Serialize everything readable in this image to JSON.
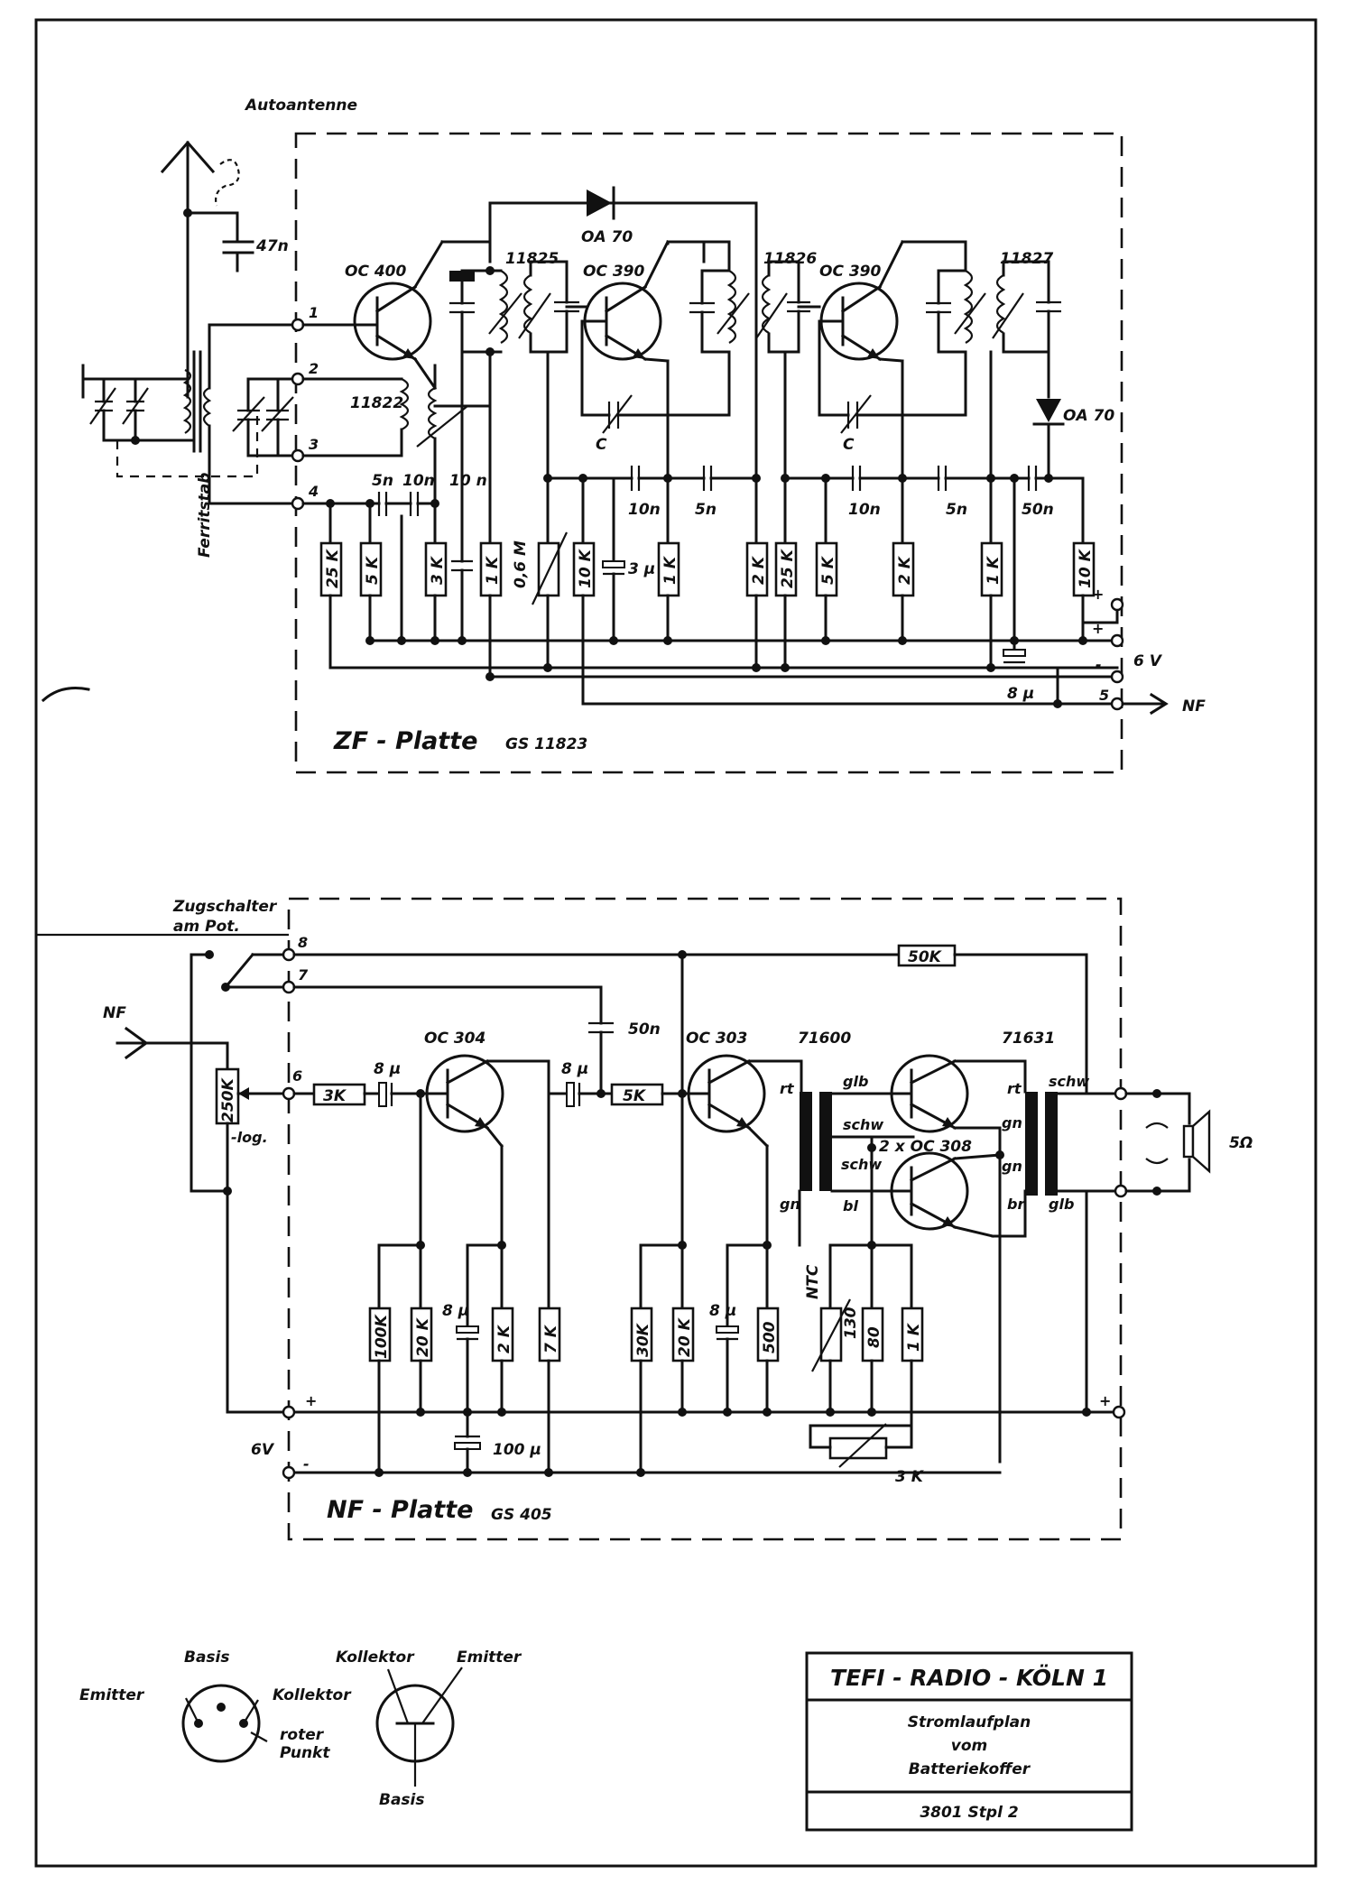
{
  "zf": {
    "car_antenna": "Autoantenne",
    "ferrite": "Ferritstab",
    "board_title": "ZF - Platte",
    "board_code": "GS 11823",
    "t1": "OC 400",
    "t2": "OC 390",
    "t3": "OC 390",
    "coil_osc": "11822",
    "if1": "11825",
    "if2": "11826",
    "if3": "11827",
    "diode1": "OA 70",
    "diode2": "OA 70",
    "cn1": "C",
    "cn2": "C",
    "c_ant": "47n",
    "caps": [
      "5n",
      "10n",
      "10 n",
      "10n",
      "5n",
      "10n",
      "5n",
      "50n"
    ],
    "c_elko": "3 μ",
    "c_8u": "8 μ",
    "resistors": [
      "25 K",
      "5 K",
      "3 K",
      "1 K",
      "10 K",
      "1 K",
      "2 K",
      "25 K",
      "5 K",
      "2 K",
      "1 K",
      "10 K"
    ],
    "pot": "0,6 M",
    "terminals": [
      "1",
      "2",
      "3",
      "4",
      "5"
    ],
    "plus1": "+",
    "plus2": "+",
    "minus": "-",
    "supply": "6 V",
    "out": "NF"
  },
  "nf": {
    "switch_label_1": "Zugschalter",
    "switch_label_2": "am Pot.",
    "in": "NF",
    "board_title": "NF - Platte",
    "board_code": "GS 405",
    "t1": "OC 304",
    "t2": "OC 303",
    "tpair": "2 x OC 308",
    "tr1": "71600",
    "tr2": "71631",
    "pot": "250K",
    "pot_log": "-log.",
    "r_fb": "50K",
    "r_in": "3K",
    "r_mid": "5K",
    "c_8u_1": "8 μ",
    "c_8u_2": "8 μ",
    "c_8u_3": "8 μ",
    "c_8u_4": "8 μ",
    "c_50n": "50n",
    "c_100u": "100 μ",
    "resistors": [
      "100K",
      "20 K",
      "2 K",
      "7 K",
      "30K",
      "20 K",
      "500",
      "130",
      "80",
      "1 K"
    ],
    "ntc": "NTC",
    "r_3k": "3 K",
    "terminals": [
      "6",
      "7",
      "8"
    ],
    "plus_l": "+",
    "minus_l": "-",
    "plus_r": "+",
    "supply": "6V",
    "speaker": "5Ω",
    "wire_colors": {
      "rt1": "rt",
      "gn1": "gn",
      "gl1": "glb",
      "schw1": "schw",
      "schw2": "schw",
      "bl": "bl",
      "rt2": "rt",
      "schw3": "schw",
      "gn2": "gn",
      "gn3": "gn",
      "br": "br",
      "gl2": "glb"
    }
  },
  "pinout": {
    "basis_top": "Basis",
    "emitter_l": "Emitter",
    "collector_l": "Kollektor",
    "red_1": "roter",
    "red_2": "Punkt",
    "collector_r": "Kollektor",
    "emitter_r": "Emitter",
    "basis_bottom": "Basis"
  },
  "titleblock": {
    "company": "TEFI - RADIO - KÖLN 1",
    "l1": "Stromlaufplan",
    "l2": "vom",
    "l3": "Batteriekoffer",
    "number": "3801   Stpl 2"
  }
}
